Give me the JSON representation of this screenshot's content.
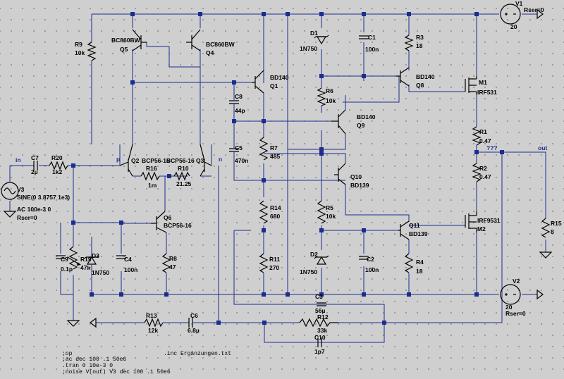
{
  "parts": {
    "R9": {
      "name": "R9",
      "value": "10k"
    },
    "Q5": {
      "name": "Q5",
      "model": "BC860BW"
    },
    "Q4": {
      "name": "Q4",
      "model": "BC860BW"
    },
    "Q1": {
      "name": "Q1",
      "model": "BD140"
    },
    "C8": {
      "name": "C8",
      "value": "44p"
    },
    "C5": {
      "name": "C5",
      "value": "470n"
    },
    "R7": {
      "name": "R7",
      "value": "485"
    },
    "D1": {
      "name": "D1",
      "model": "1N750"
    },
    "C1": {
      "name": "C1",
      "value": "100n"
    },
    "R3": {
      "name": "R3",
      "value": "18"
    },
    "Q8": {
      "name": "Q8",
      "model": "BD140"
    },
    "M1": {
      "name": "M1",
      "model": "IRF531"
    },
    "V1": {
      "name": "V1",
      "value": "20",
      "rser": "Rser=0"
    },
    "R6": {
      "name": "R6",
      "value": "10k"
    },
    "Q9": {
      "name": "Q9",
      "model": "BD140"
    },
    "R1": {
      "name": "R1",
      "value": "0.47"
    },
    "R2": {
      "name": "R2",
      "value": "0.47"
    },
    "C7": {
      "name": "C7",
      "value": "2µ"
    },
    "R20": {
      "name": "R20",
      "value": "1k2"
    },
    "Q2": {
      "name": "Q2",
      "model": "BCP56-16"
    },
    "Q3": {
      "name": "Q3",
      "model": "BCP56-16"
    },
    "R16": {
      "name": "R16",
      "value": "1m"
    },
    "R10": {
      "name": "R10",
      "value": "21.25"
    },
    "Q10": {
      "name": "Q10",
      "model": "BD139"
    },
    "V3": {
      "name": "V3",
      "value": "SINE(0 3.8757 1e3)",
      "ac": "AC 100e-3 0",
      "rser": "Rser=0"
    },
    "Q6": {
      "name": "Q6",
      "model": "BCP56-16"
    },
    "R14": {
      "name": "R14",
      "value": "680"
    },
    "R5": {
      "name": "R5",
      "value": "10k"
    },
    "Q11": {
      "name": "Q11",
      "model": "BD139"
    },
    "M2": {
      "name": "M2",
      "model": "IRF9531"
    },
    "R15": {
      "name": "R15",
      "value": "8"
    },
    "C9": {
      "name": "C9",
      "value": "0.1p"
    },
    "R19": {
      "name": "R19",
      "value": "47k"
    },
    "D3": {
      "name": "D3",
      "model": "1N750"
    },
    "C4": {
      "name": "C4",
      "value": "100n"
    },
    "R8": {
      "name": "R8",
      "value": "47"
    },
    "R11": {
      "name": "R11",
      "value": "270"
    },
    "D2": {
      "name": "D2",
      "model": "1N750"
    },
    "C2": {
      "name": "C2",
      "value": "100n"
    },
    "R4": {
      "name": "R4",
      "value": "18"
    },
    "V2": {
      "name": "V2",
      "value": "20",
      "rser": "Rser=0"
    },
    "C3": {
      "name": "C3",
      "value": "56µ"
    },
    "R13": {
      "name": "R13",
      "value": "12k"
    },
    "C6": {
      "name": "C6",
      "value": "6.8µ"
    },
    "R12": {
      "name": "R12",
      "value": "33k"
    },
    "C10": {
      "name": "C10",
      "value": "1p7"
    }
  },
  "nets": {
    "in": "in",
    "p": "p",
    "n": "n",
    "out": "out",
    "probe": "???"
  },
  "directives": [
    ";op",
    ";ac dec 100 .1 50e6",
    ".tran 0 10e-3 0",
    ";noise V(out) V3 dec 100 .1 50e6"
  ],
  "include": ".inc Ergänzungen.txt"
}
